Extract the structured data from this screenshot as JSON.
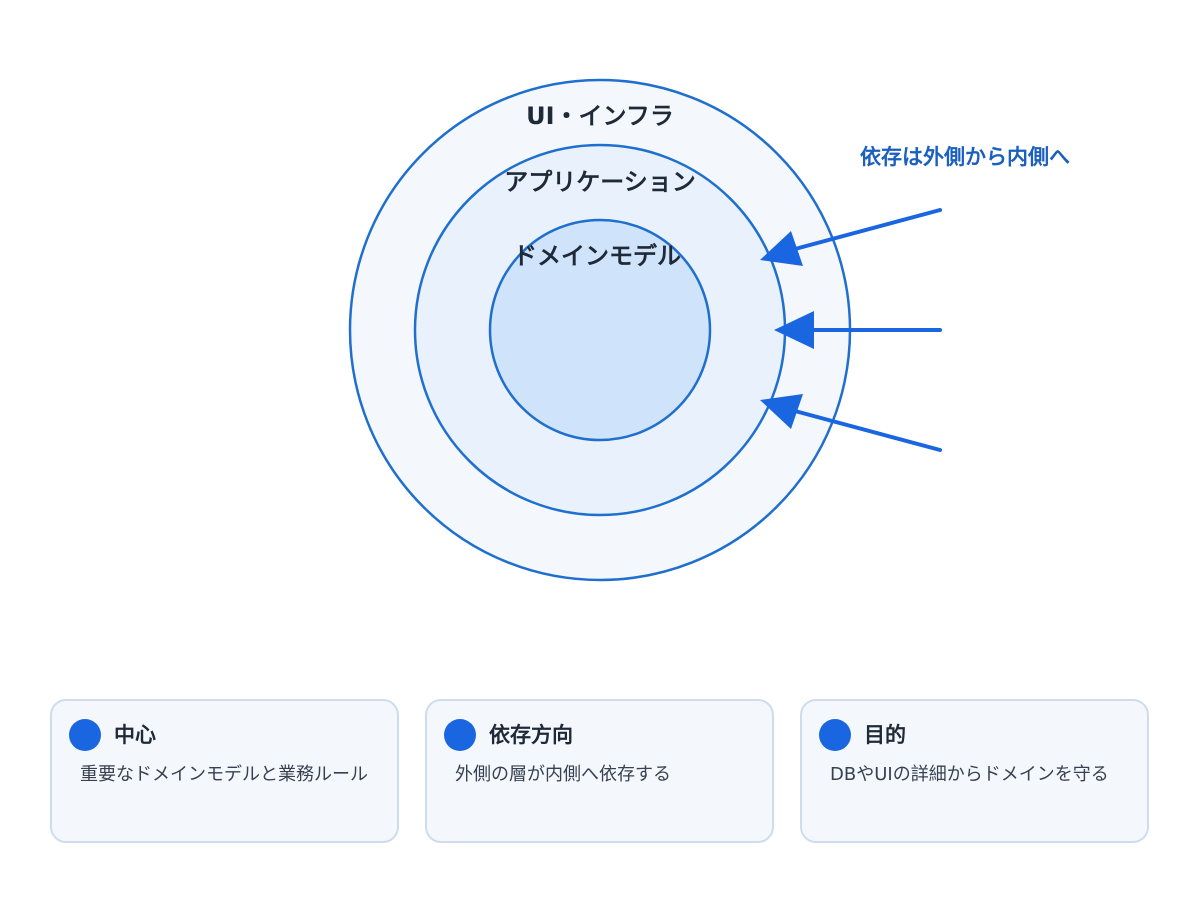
{
  "diagram": {
    "layers": [
      {
        "label": "UI・インフラ"
      },
      {
        "label": "アプリケーション"
      },
      {
        "label": "ドメインモデル"
      }
    ],
    "arrow_caption": "依存は外側から内側へ"
  },
  "cards": [
    {
      "title": "中心",
      "description": "重要なドメインモデルと業務ルール"
    },
    {
      "title": "依存方向",
      "description": "外側の層が内側へ依存する"
    },
    {
      "title": "目的",
      "description": "DBやUIの詳細からドメインを守る"
    }
  ],
  "colors": {
    "accent": "#1a66e0",
    "ring_stroke": "#1f6fcf",
    "outer_fill": "#f4f8fd",
    "middle_fill": "#e8f1fc",
    "inner_fill": "#cfe3fb",
    "caption": "#1b5fbf",
    "card_border": "#cfdcec"
  }
}
